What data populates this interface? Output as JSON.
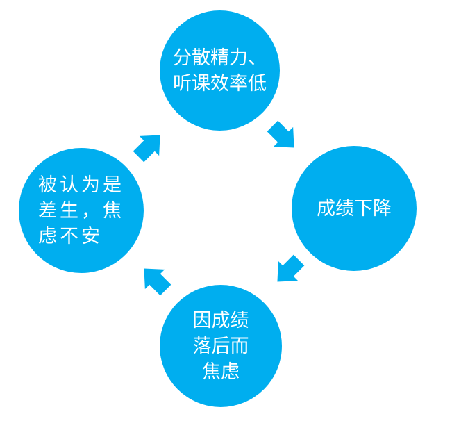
{
  "diagram": {
    "color": "#00AEEF",
    "nodes": [
      {
        "lines": [
          "分散精力、",
          "听课效率低"
        ]
      },
      {
        "lines": [
          "成绩下降"
        ]
      },
      {
        "lines": [
          "因成绩",
          "落后而",
          "焦虑"
        ]
      },
      {
        "lines": [
          "被认为是",
          "差生，焦",
          "虑不安"
        ]
      }
    ]
  }
}
